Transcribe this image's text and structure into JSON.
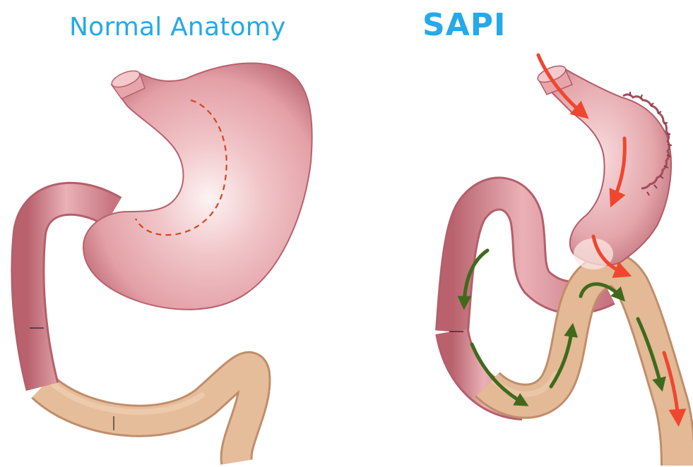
{
  "titles": {
    "left": "Normal Anatomy",
    "right": "SAPI"
  },
  "colors": {
    "title_color": "#25a9e8",
    "stomach_pink": "#e6a2a8",
    "stomach_dark": "#b7606b",
    "intestine_tan": "#e3b996",
    "intestine_edge": "#c08d6b",
    "flow_red": "#f0462f",
    "flow_green": "#3f6a1c",
    "dash_red": "#d8441f"
  },
  "icons": {
    "red_arrow": "flow-arrow-red",
    "green_arrow": "flow-arrow-green"
  }
}
